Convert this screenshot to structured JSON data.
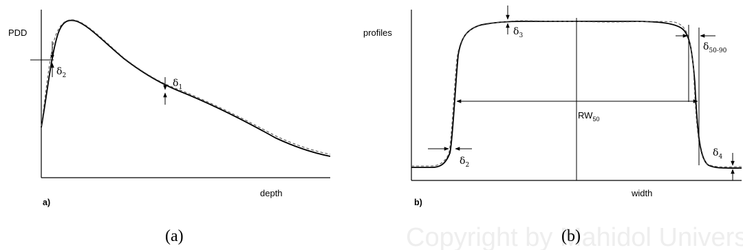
{
  "watermark": "Copyright by Mahidol University",
  "panel_a": {
    "ylabel": "PDD",
    "xlabel": "depth",
    "panel_label": "a)",
    "caption": "(a)",
    "annotations": [
      {
        "sym": "δ",
        "sub": "1"
      },
      {
        "sym": "δ",
        "sub": "2"
      }
    ]
  },
  "panel_b": {
    "ylabel": "profiles",
    "xlabel": "width",
    "panel_label": "b)",
    "caption": "(b)",
    "annotations": [
      {
        "sym": "δ",
        "sub": "3"
      },
      {
        "sym": "δ",
        "sub": "50-90"
      },
      {
        "sym": "RW",
        "sub": "50"
      },
      {
        "sym": "δ",
        "sub": "2"
      },
      {
        "sym": "δ",
        "sub": "4"
      }
    ]
  },
  "colors": {
    "line": "#000000",
    "dashed": "#555555",
    "watermark": "#eeeeee"
  }
}
